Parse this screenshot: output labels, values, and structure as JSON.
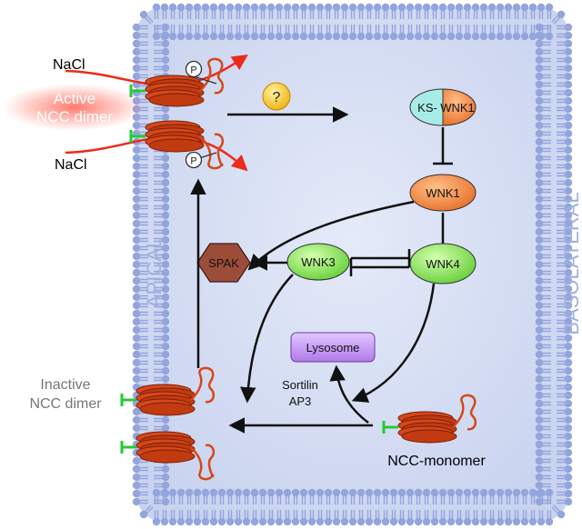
{
  "labels": {
    "nacl_top": "NaCl",
    "nacl_bottom": "NaCl",
    "active_line1": "Active",
    "active_line2": "NCC dimer",
    "inactive_line1": "Inactive",
    "inactive_line2": "NCC dimer",
    "apical": "APICAL",
    "basolateral": "BASOLATERAL",
    "question": "?",
    "phospho_top": "P",
    "phospho_bottom": "P",
    "ks_wnk1_left": "KS-",
    "ks_wnk1_right": "WNK1",
    "wnk1": "WNK1",
    "wnk3": "WNK3",
    "wnk4": "WNK4",
    "spak": "SPAK",
    "lysosome": "Lysosome",
    "sortilin": "Sortilin",
    "ap3": "AP3",
    "ncc_monomer": "NCC-monomer"
  },
  "colors": {
    "cell_fill": "#d9e0f4",
    "membrane": "#93a5dc",
    "ncc_protein": "#d4481a",
    "glycan": "#22cc33",
    "wnk_orange": "#f08a3c",
    "wnk_green": "#8ee05a",
    "ks_cyan": "#a8ece8",
    "spak_brown": "#9c4d3a",
    "lysosome_purple": "#c89af0",
    "question_yellow": "#f4c21a",
    "active_glow": "#ff5a4a",
    "side_label": "#9db0e0"
  }
}
